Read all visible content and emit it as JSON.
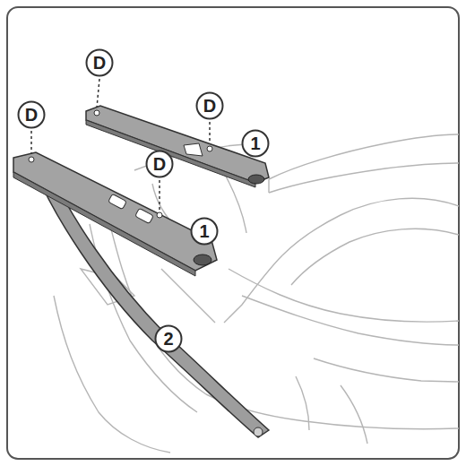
{
  "diagram": {
    "nodes": [
      {
        "text": [
          "D"
        ]
      },
      {
        "text": [
          "D"
        ]
      },
      {
        "text": [
          "D"
        ]
      },
      {
        "text": [
          "1"
        ]
      },
      {
        "text": [
          "D"
        ]
      },
      {
        "text": [
          "1"
        ]
      },
      {
        "text": [
          "2"
        ]
      }
    ]
  }
}
